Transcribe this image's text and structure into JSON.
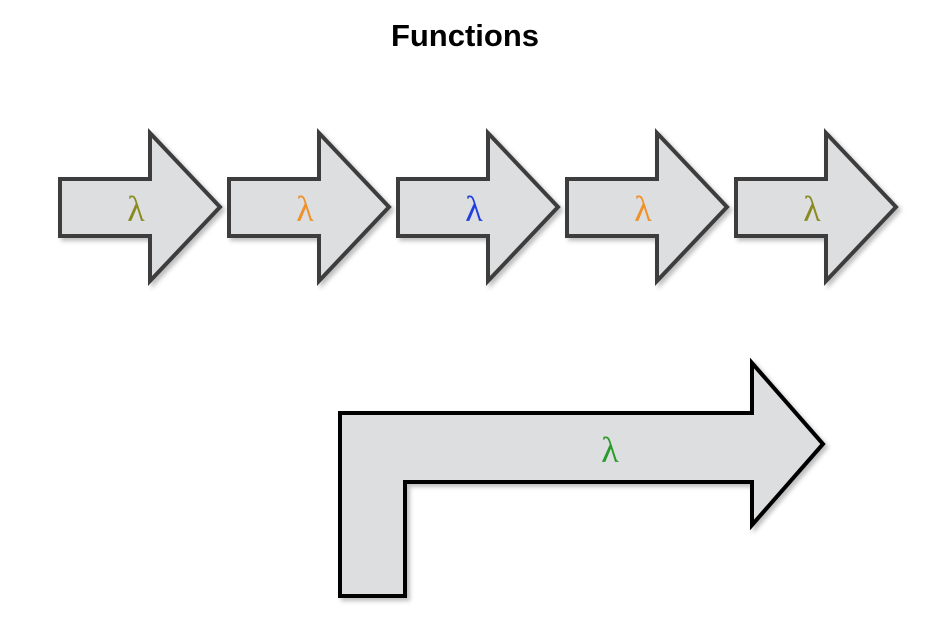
{
  "title": "Functions",
  "arrow_fill": "#dcdee0",
  "arrow_stroke": "#3c3c3c",
  "arrow_stroke_dark": "#000000",
  "chain_arrows": [
    {
      "symbol": "λ",
      "color": "#8a8a1e"
    },
    {
      "symbol": "λ",
      "color": "#f0902a"
    },
    {
      "symbol": "λ",
      "color": "#1f3fe0"
    },
    {
      "symbol": "λ",
      "color": "#f0902a"
    },
    {
      "symbol": "λ",
      "color": "#8a8a1e"
    }
  ],
  "bent_arrow": {
    "symbol": "λ",
    "color": "#2a9a2a"
  }
}
